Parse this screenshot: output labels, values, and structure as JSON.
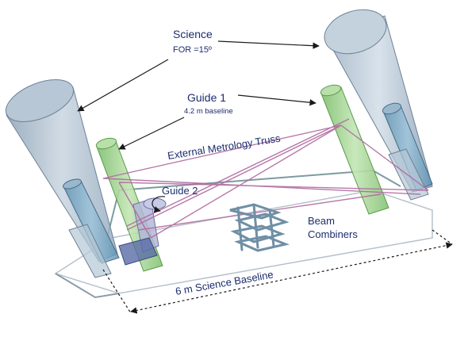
{
  "labels": {
    "science_title": "Science",
    "science_for": "FOR =15º",
    "guide1_title": "Guide 1",
    "guide1_baseline": "4.2 m baseline",
    "metrology_truss": "External Metrology Truss",
    "guide2": "Guide 2",
    "beam": "Beam",
    "combiners": "Combiners",
    "science_baseline": "6 m Science Baseline"
  },
  "colors": {
    "science_cone": "#a9bccd",
    "guide_cylinder": "#9fd08c",
    "truss": "#b06aa0",
    "label": "#1c2d6e",
    "frame": "#9aa6b2"
  }
}
